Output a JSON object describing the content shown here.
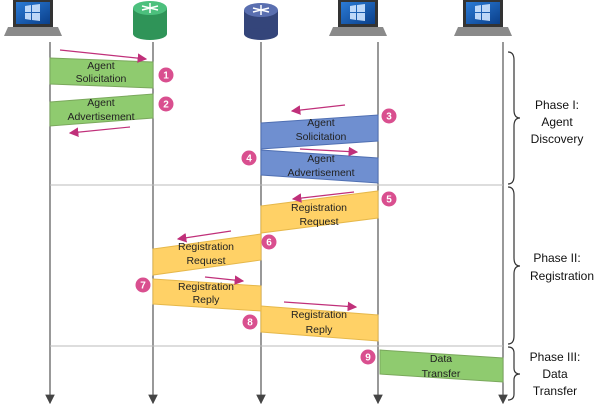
{
  "nodes": [
    {
      "name": "laptop-1-icon"
    },
    {
      "name": "router-green-icon",
      "color": "#3aa56a"
    },
    {
      "name": "router-blue-icon",
      "color": "#3d4f86"
    },
    {
      "name": "laptop-2-icon"
    },
    {
      "name": "laptop-3-icon"
    }
  ],
  "messages": [
    {
      "num": "1",
      "line1": "Agent",
      "line2": "Solicitation",
      "color": "#8fcb6f"
    },
    {
      "num": "2",
      "line1": "Agent",
      "line2": "Advertisement",
      "color": "#8fcb6f"
    },
    {
      "num": "3",
      "line1": "Agent",
      "line2": "Solicitation",
      "color": "#6f8fd0"
    },
    {
      "num": "4",
      "line1": "Agent",
      "line2": "Advertisement",
      "color": "#6f8fd0"
    },
    {
      "num": "5",
      "line1": "Registration",
      "line2": "Request",
      "color": "#ffd166"
    },
    {
      "num": "6",
      "line1": "Registration",
      "line2": "Request",
      "color": "#ffd166"
    },
    {
      "num": "7",
      "line1": "Registration",
      "line2": "Reply",
      "color": "#ffd166"
    },
    {
      "num": "8",
      "line1": "Registration",
      "line2": "Reply",
      "color": "#ffd166"
    },
    {
      "num": "9",
      "line1": "Data",
      "line2": "Transfer",
      "color": "#8fcb6f"
    }
  ],
  "phases": [
    {
      "line1": "Phase I:",
      "line2": "Agent",
      "line3": "Discovery"
    },
    {
      "line1": "Phase II:",
      "line2": "Registration",
      "line3": ""
    },
    {
      "line1": "Phase III:",
      "line2": "Data",
      "line3": "Transfer"
    }
  ],
  "colors": {
    "badge": "#d94f8f",
    "arrow": "#c0307a",
    "lifeline": "#444444"
  }
}
